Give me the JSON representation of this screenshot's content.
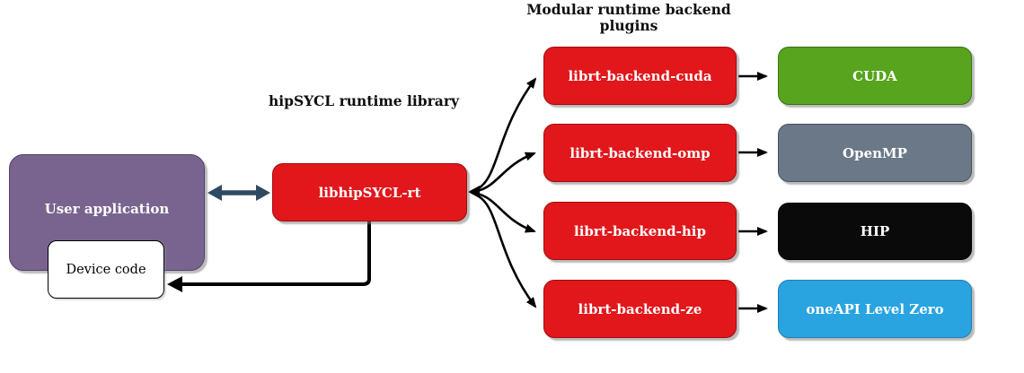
{
  "diagram": {
    "titles": {
      "runtime_library": "hipSYCL runtime library",
      "plugins_line1": "Modular runtime backend",
      "plugins_line2": "plugins"
    },
    "nodes": {
      "user_application": {
        "label": "User application",
        "fill": "#79648F",
        "border": "#53406B"
      },
      "device_code": {
        "label": "Device code",
        "fill": "#FFFFFF",
        "border": "#000000"
      },
      "libhipsycl_rt": {
        "label": "libhipSYCL-rt",
        "fill": "#E1171B",
        "border": "#A00D10"
      },
      "backends": [
        {
          "label": "librt-backend-cuda",
          "fill": "#E1171B"
        },
        {
          "label": "librt-backend-omp",
          "fill": "#E1171B"
        },
        {
          "label": "librt-backend-hip",
          "fill": "#E1171B"
        },
        {
          "label": "librt-backend-ze",
          "fill": "#E1171B"
        }
      ],
      "targets": [
        {
          "label": "CUDA",
          "fill": "#58A41E",
          "border": "#3A7313"
        },
        {
          "label": "OpenMP",
          "fill": "#6A7888",
          "border": "#46525F"
        },
        {
          "label": "HIP",
          "fill": "#0A0A0A",
          "border": "#000000"
        },
        {
          "label": "oneAPI Level Zero",
          "fill": "#29A4E0",
          "border": "#1E7FB0"
        }
      ]
    },
    "arrows": {
      "user_rt_bidirectional_color": "#2E4A62",
      "black_arrow_color": "#000000"
    }
  }
}
